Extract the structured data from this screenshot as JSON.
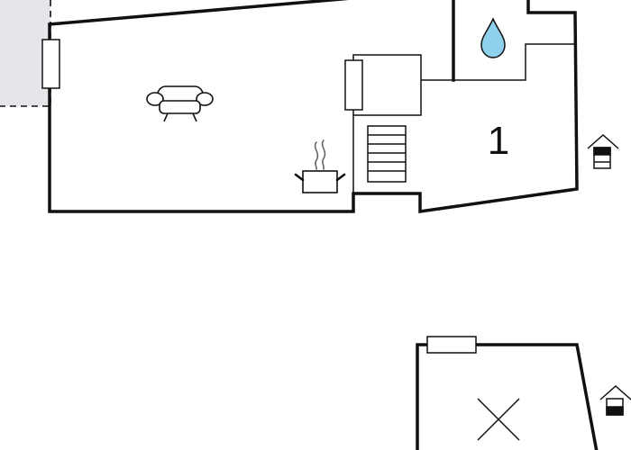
{
  "floor_plan": {
    "rooms": [
      {
        "id": "living",
        "icon": "sofa-icon"
      },
      {
        "id": "kitchen",
        "icon": "cooking-pot-icon"
      },
      {
        "id": "stairs",
        "icon": "staircase-icon"
      },
      {
        "id": "bathroom",
        "icon": "water-drop-icon"
      },
      {
        "id": "bedroom",
        "number": "1"
      },
      {
        "id": "lower-room",
        "icon": "cross-icon"
      }
    ],
    "terrace": {
      "icon": "terrace-hatch"
    },
    "exits": [
      {
        "id": "exit-upper",
        "icon": "house-exit-icon"
      },
      {
        "id": "exit-lower",
        "icon": "house-exit-icon"
      }
    ],
    "colors": {
      "wall": "#111111",
      "terrace_fill": "#e6e6ea",
      "water_fill": "#8fd0ec",
      "background": "#ffffff"
    }
  }
}
